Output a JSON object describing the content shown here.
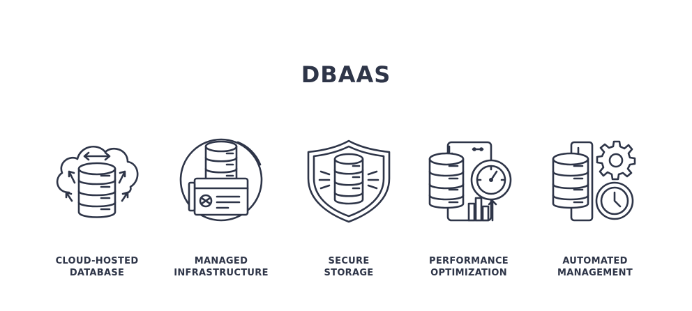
{
  "title": "DBAAS",
  "items": [
    {
      "icon": "cloud-database-icon",
      "line1": "CLOUD-HOSTED",
      "line2": "DATABASE"
    },
    {
      "icon": "managed-server-icon",
      "line1": "MANAGED",
      "line2": "INFRASTRUCTURE"
    },
    {
      "icon": "shield-database-icon",
      "line1": "SECURE",
      "line2": "STORAGE"
    },
    {
      "icon": "performance-gauge-icon",
      "line1": "PERFORMANCE",
      "line2": "OPTIMIZATION"
    },
    {
      "icon": "gear-clock-database-icon",
      "line1": "AUTOMATED",
      "line2": "MANAGEMENT"
    }
  ],
  "colors": {
    "ink": "#2e3548",
    "background": "#ffffff"
  }
}
